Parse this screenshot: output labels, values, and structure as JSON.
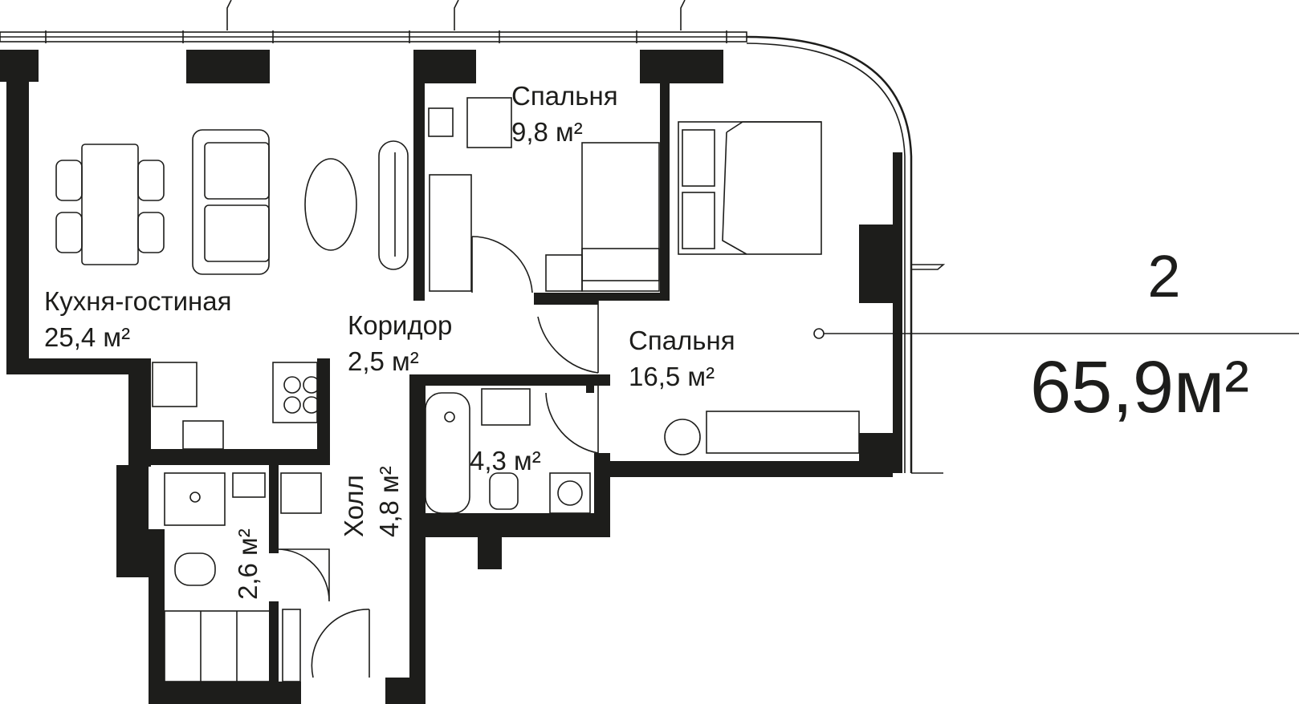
{
  "plan": {
    "apartment_number": "2",
    "total_area": "65,9м²",
    "rooms": [
      {
        "name": "Кухня-гостиная",
        "area": "25,4 м²"
      },
      {
        "name": "Спальня",
        "area": "9,8 м²"
      },
      {
        "name": "Коридор",
        "area": "2,5 м²"
      },
      {
        "name": "Спальня",
        "area": "16,5 м²"
      },
      {
        "name": "",
        "area": "4,3 м²"
      },
      {
        "name": "Холл",
        "area": "4,8 м²"
      },
      {
        "name": "",
        "area": "2,6 м²"
      }
    ],
    "colors": {
      "wall": "#1d1d1b",
      "background": "#ffffff"
    }
  }
}
